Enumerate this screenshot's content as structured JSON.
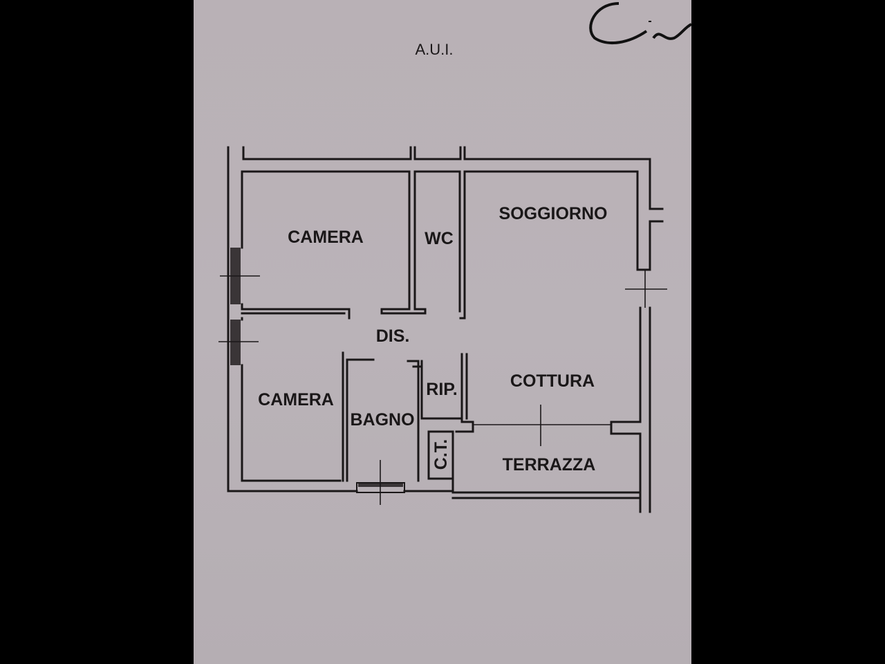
{
  "title": "A.U.I.",
  "handwriting": "Ci",
  "rooms": {
    "camera_1": "CAMERA",
    "wc": "WC",
    "soggiorno": "SOGGIORNO",
    "dis": "DIS.",
    "camera_2": "CAMERA",
    "bagno": "BAGNO",
    "rip": "RIP.",
    "cottura": "COTTURA",
    "ct": "C.T.",
    "terrazza": "TERRAZZA"
  }
}
